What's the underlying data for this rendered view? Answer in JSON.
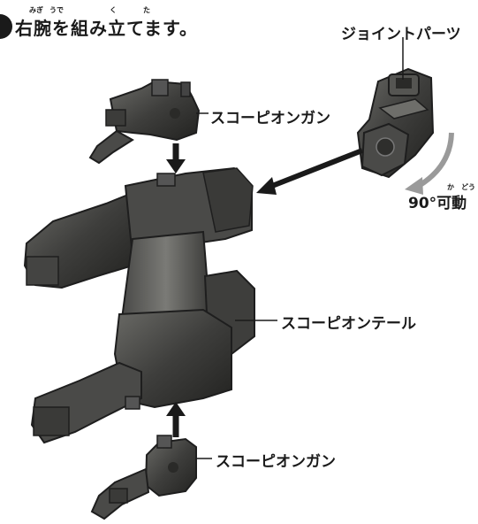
{
  "step": {
    "title": "右腕を組み立てます。",
    "ruby_migi": "みぎ",
    "ruby_ude": "うで",
    "ruby_ku": "く",
    "ruby_ta": "た"
  },
  "labels": {
    "joint_parts": "ジョイントパーツ",
    "scorpion_gun_top": "スコーピオンガン",
    "scorpion_tail": "スコーピオンテール",
    "scorpion_gun_bottom": "スコーピオンガン",
    "rotation": "90°可動",
    "rotation_ruby": "か　どう"
  },
  "colors": {
    "part_dark": "#3a3a3a",
    "part_mid": "#5a5a58",
    "part_light": "#8a8a86",
    "arrow": "#1a1a1a",
    "rotation_arrow": "#9a9a9a"
  }
}
